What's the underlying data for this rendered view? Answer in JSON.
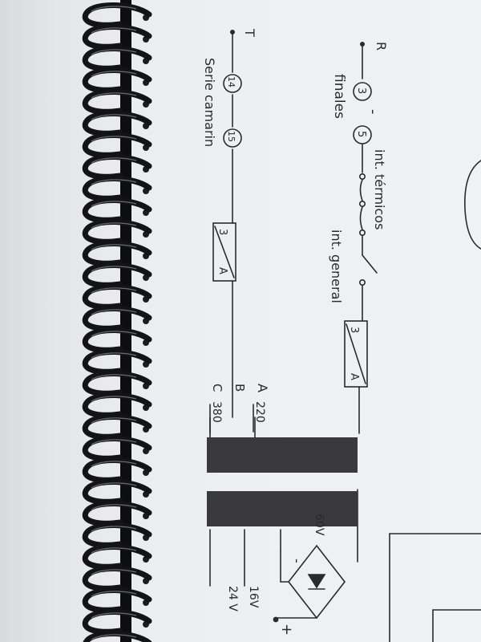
{
  "circuit": {
    "phase_r": "R",
    "phase_t": "T",
    "terminal_3": "3",
    "dash": "-",
    "terminal_5": "5",
    "terminal_14": "14",
    "terminal_15": "15",
    "finales": "finales",
    "serie_camarin": "Serie camarin",
    "int_termicos": "int. térmicos",
    "int_general": "int. general",
    "relay1_top": "3",
    "relay1_bottom": "A",
    "relay2_top": "3",
    "relay2_bottom": "A",
    "transformer_a": "A",
    "transformer_b": "B",
    "transformer_c": "C",
    "v220": "220",
    "v380": "380",
    "v60": "60V",
    "v16": "16V",
    "v24": "24 V",
    "minus": "-",
    "plus": "+"
  },
  "colors": {
    "ink": "#2a2a2e",
    "spiral": "#141416",
    "core": "#3a3a3e"
  }
}
